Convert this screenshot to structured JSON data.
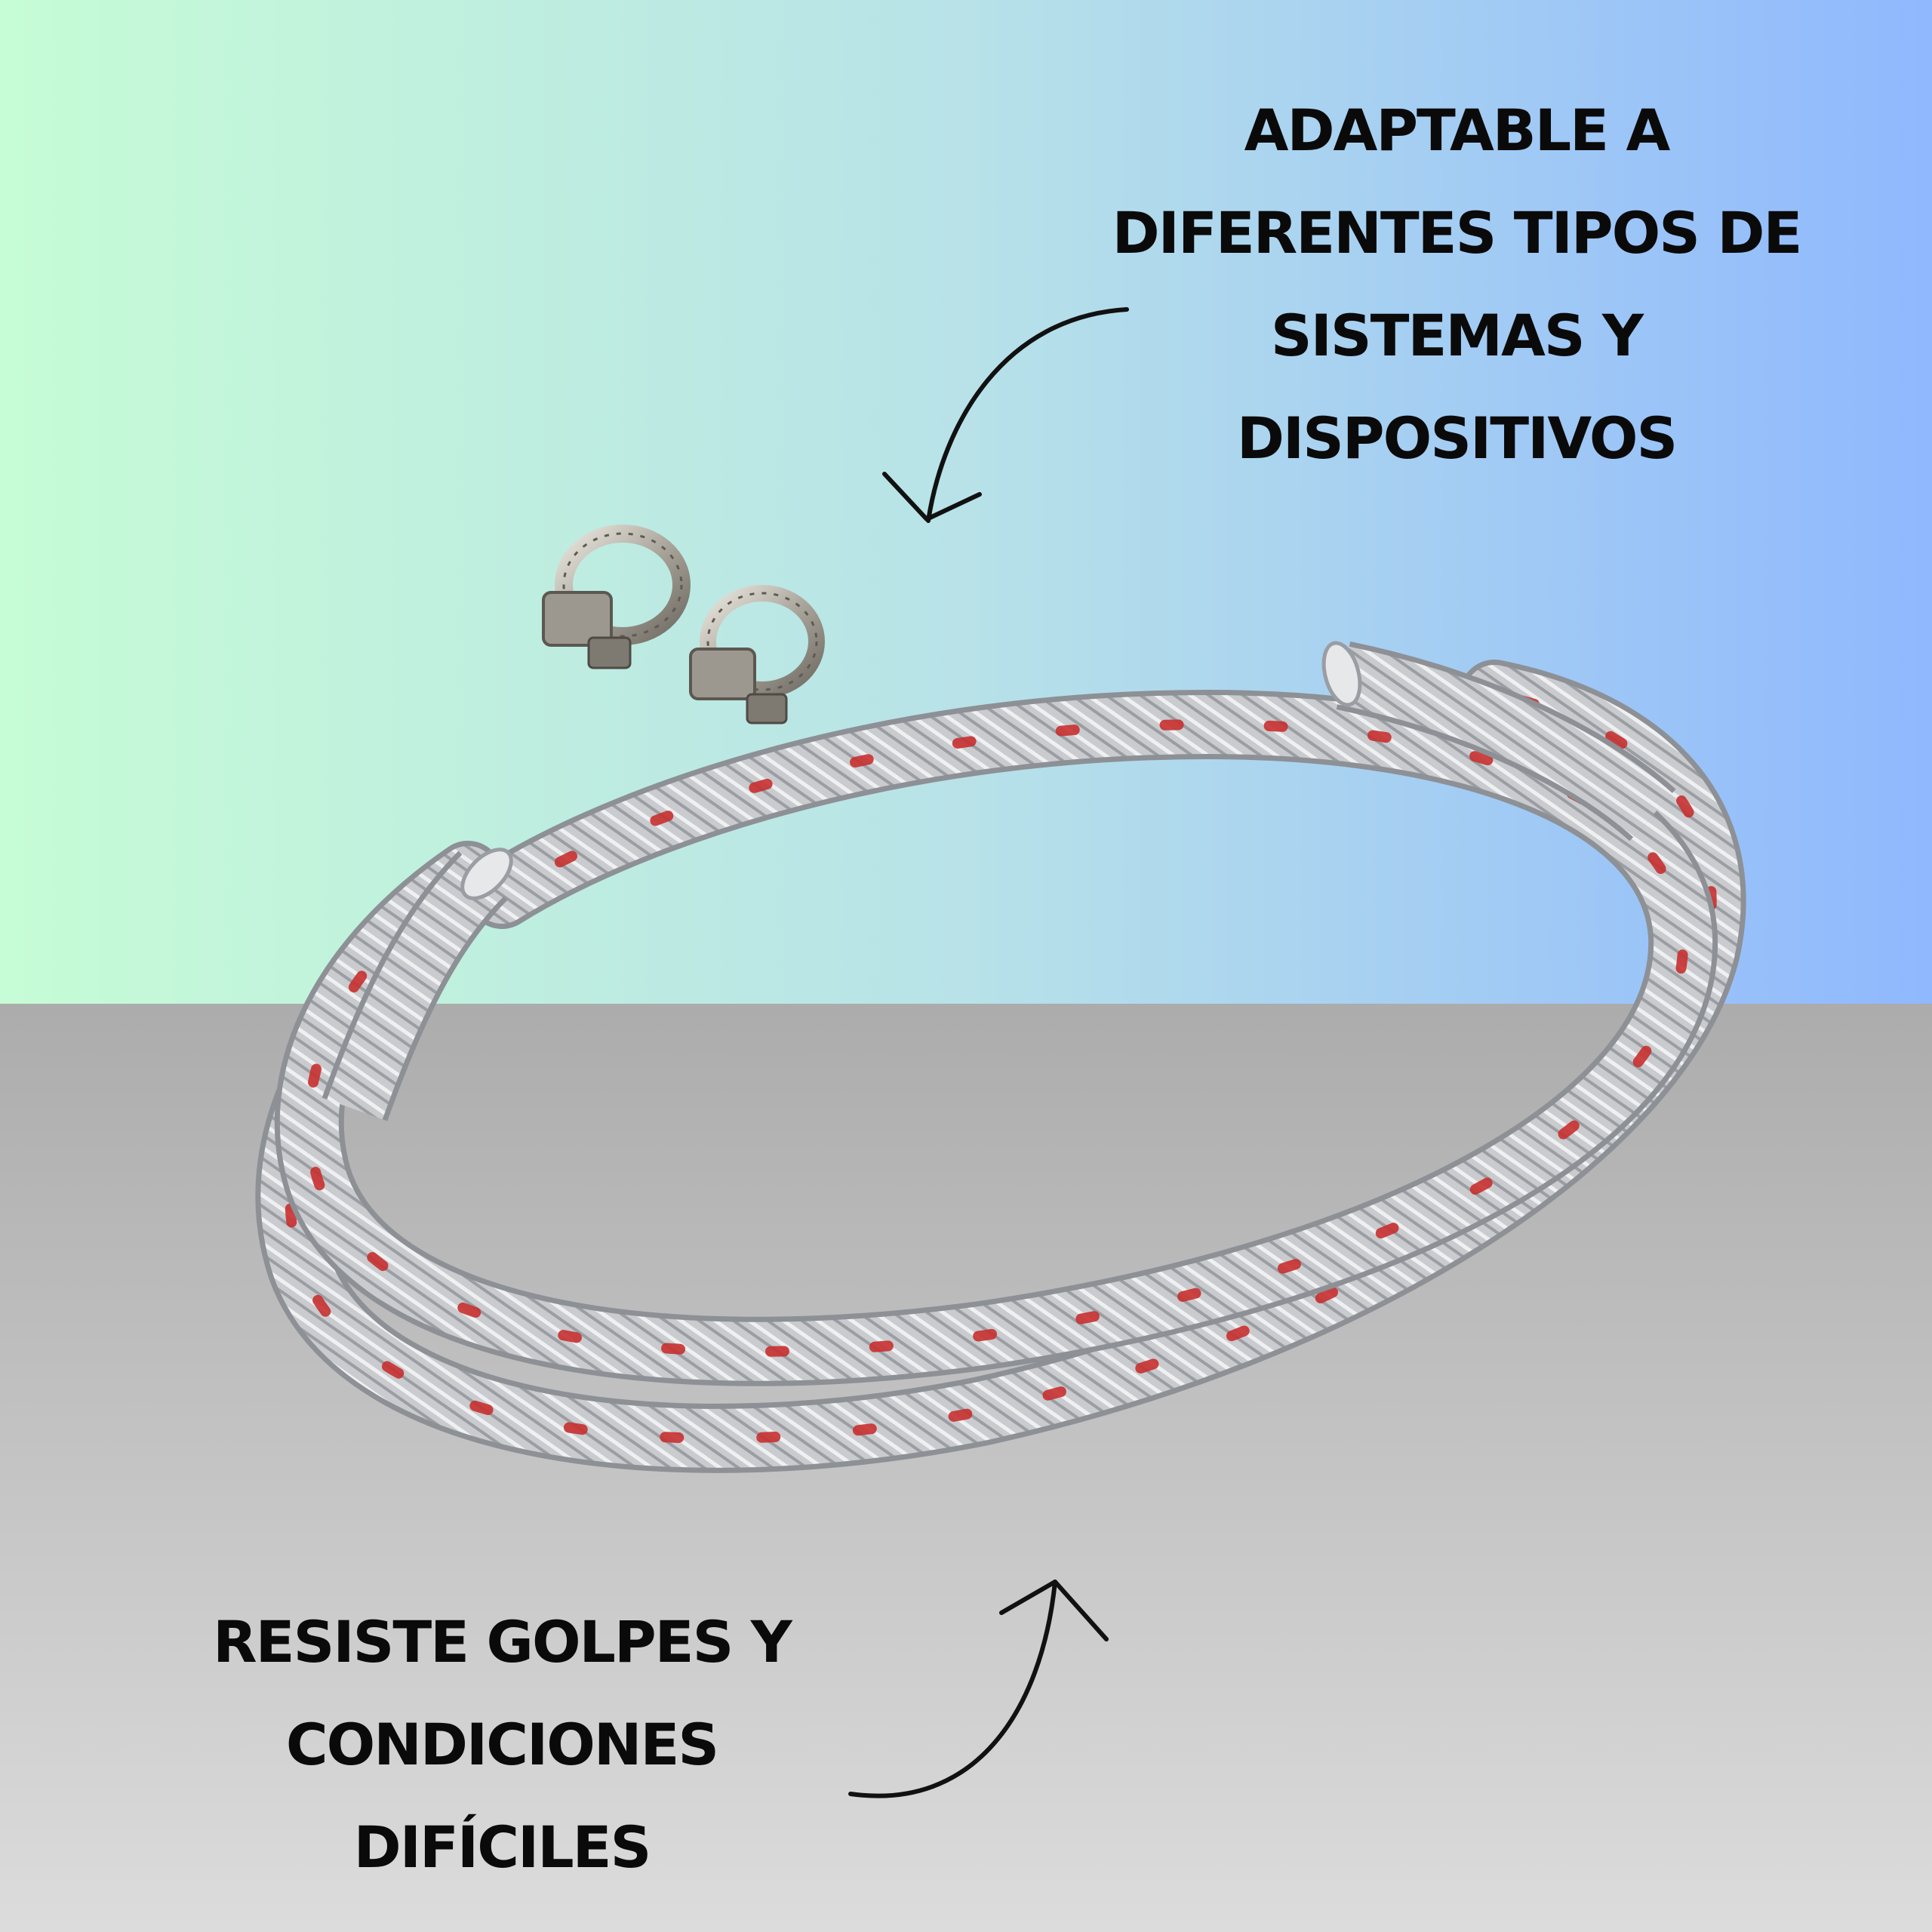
{
  "colors": {
    "top_left": "#c6fcd6",
    "top_mid": "#b8e2e8",
    "top_right": "#8fb8fe",
    "floor_top": "#acacac",
    "floor_bottom": "#dcdcdc",
    "hose": "#c7c9cc",
    "hose_stripe": "#c6302f",
    "text": "#0a0a0a"
  },
  "icons": {
    "arrow_top": "curved-arrow-icon",
    "arrow_bottom": "curved-arrow-icon"
  },
  "captions": {
    "top": [
      "ADAPTABLE A",
      "DIFERENTES TIPOS DE",
      "SISTEMAS Y",
      "DISPOSITIVOS"
    ],
    "bottom": [
      "RESISTE GOLPES Y",
      "CONDICIONES",
      "DIFÍCILES"
    ]
  }
}
